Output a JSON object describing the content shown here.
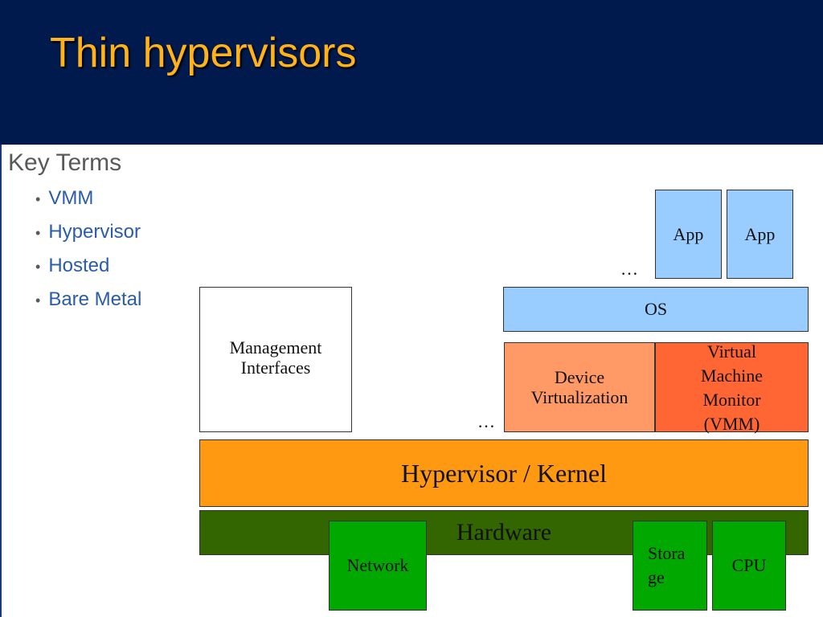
{
  "slide": {
    "title": "Thin hypervisors",
    "key_terms_heading": "Key Terms",
    "bullets": [
      "VMM",
      "Hypervisor",
      "Hosted",
      "Bare Metal"
    ]
  },
  "diagram": {
    "app_1": "App",
    "app_2": "App",
    "ellipsis_apps": "…",
    "os": "OS",
    "management": "Management\nInterfaces",
    "device_virtualization": "Device\nVirtualization",
    "vmm": "Virtual\nMachine\nMonitor\n(VMM)",
    "ellipsis_layer": "…",
    "hypervisor": "Hypervisor / Kernel",
    "hardware": "Hardware",
    "network": "Network",
    "storage": "Stora\nge",
    "cpu": "CPU"
  },
  "colors": {
    "header_bg": "#001a4d",
    "title": "#ffb21a",
    "bullet_text": "#2a5caa",
    "app_os": "#99ccff",
    "device_virtualization": "#ff9966",
    "vmm": "#ff6633",
    "hypervisor": "#ff9911",
    "hardware": "#336600",
    "hw_components": "#00a800"
  }
}
